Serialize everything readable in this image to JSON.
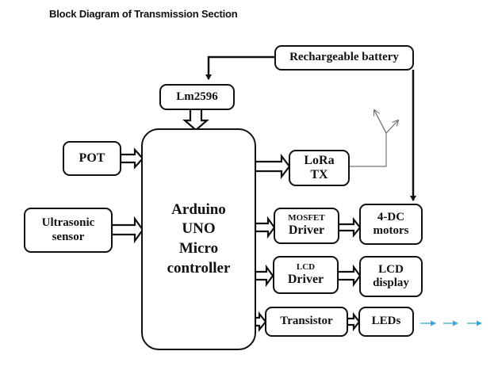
{
  "title": "Block Diagram of Transmission Section",
  "blocks": {
    "battery": "Rechargeable battery",
    "regulator": "Lm2596",
    "pot": "POT",
    "ultrasonic": [
      "Ultrasonic",
      "sensor"
    ],
    "mcu": [
      "Arduino",
      "UNO",
      "Micro",
      "controller"
    ],
    "lora": [
      "LoRa",
      "TX"
    ],
    "mosfet": [
      "MOSFET",
      "Driver"
    ],
    "motors": [
      "4-DC",
      "motors"
    ],
    "lcd_driver": [
      "LCD",
      "Driver"
    ],
    "lcd_display": [
      "LCD",
      "display"
    ],
    "transistor": "Transistor",
    "leds": "LEDs"
  },
  "colors": {
    "line": "#111111",
    "antenna": "#777777",
    "led_arrows": "#3aa6d8"
  }
}
